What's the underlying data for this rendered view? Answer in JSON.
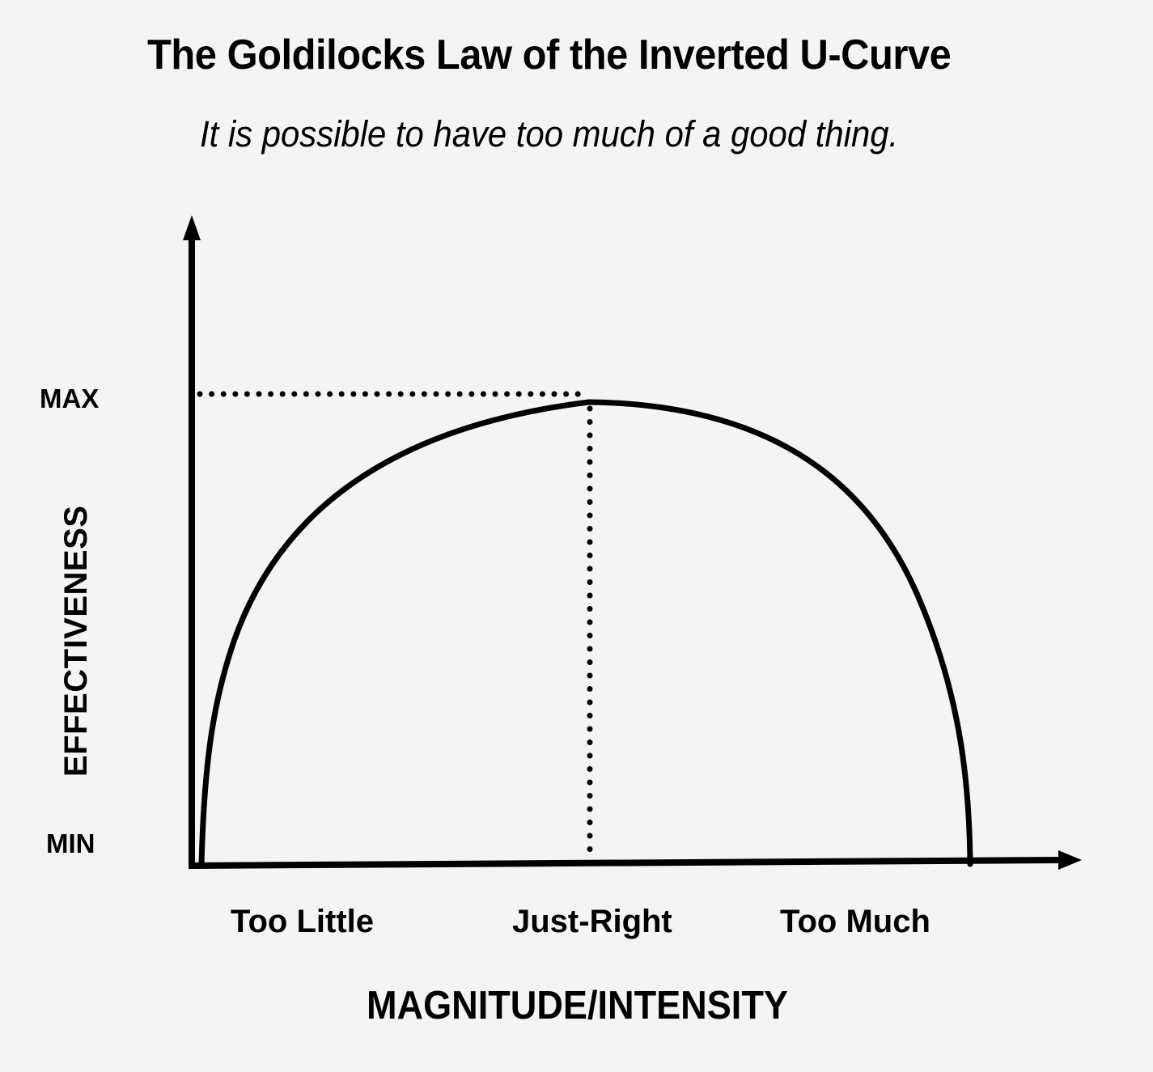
{
  "chart_data": {
    "type": "line",
    "title": "The Goldilocks Law of the Inverted U-Curve",
    "subtitle": "It is possible to have too much of a good thing.",
    "xlabel": "MAGNITUDE/INTENSITY",
    "ylabel": "EFFECTIVENESS",
    "x_categories": [
      "Too Little",
      "Just-Right",
      "Too Much"
    ],
    "y_ticks": [
      "MIN",
      "MAX"
    ],
    "ylim": [
      "MIN",
      "MAX"
    ],
    "grid": false,
    "legend": null,
    "series": [
      {
        "name": "Effectiveness curve (inverted U)",
        "shape": "inverted-U",
        "points": [
          {
            "x": 0.0,
            "y": 0.0
          },
          {
            "x": 0.1,
            "y": 0.55
          },
          {
            "x": 0.2,
            "y": 0.8
          },
          {
            "x": 0.3,
            "y": 0.93
          },
          {
            "x": 0.5,
            "y": 1.0
          },
          {
            "x": 0.7,
            "y": 0.93
          },
          {
            "x": 0.8,
            "y": 0.8
          },
          {
            "x": 0.9,
            "y": 0.55
          },
          {
            "x": 1.0,
            "y": 0.0
          }
        ]
      }
    ],
    "annotations": [
      {
        "type": "dotted-horizontal-line",
        "from": "y-axis",
        "to": "peak",
        "level": "MAX"
      },
      {
        "type": "dotted-vertical-line",
        "from": "peak",
        "to": "x-axis",
        "at": "Just-Right"
      }
    ]
  },
  "labels": {
    "title": "The Goldilocks Law of the Inverted U-Curve",
    "subtitle": "It is possible to have too much of a good thing.",
    "y_max": "MAX",
    "y_min": "MIN",
    "y_axis_title": "EFFECTIVENESS",
    "x_cat_0": "Too Little",
    "x_cat_1": "Just-Right",
    "x_cat_2": "Too Much",
    "x_axis_title": "MAGNITUDE/INTENSITY"
  }
}
